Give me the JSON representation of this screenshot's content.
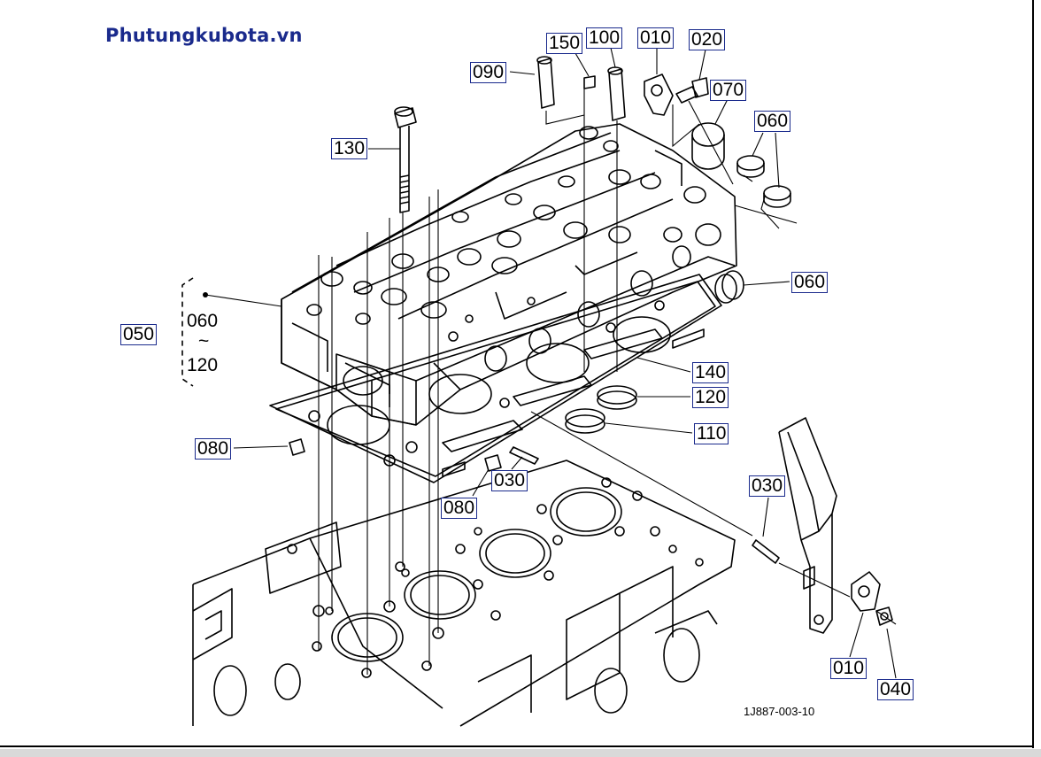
{
  "watermark": "Phutungkubota.vn",
  "labels": {
    "l150": "150",
    "l100": "100",
    "l010_top": "010",
    "l020": "020",
    "l090": "090",
    "l070": "070",
    "l060_top": "060",
    "l130": "130",
    "l060_right": "060",
    "l050": "050",
    "l140": "140",
    "l120": "120",
    "l110": "110",
    "l080_left": "080",
    "l030_mid": "030",
    "l080_bottom": "080",
    "l030_right": "030",
    "l010_bottom": "010",
    "l040": "040"
  },
  "range": {
    "from": "060",
    "sep": "~",
    "to": "120"
  },
  "drawing_code": "1J887-003-10",
  "icons": {
    "leader-dot": "bullet",
    "bracket": "dashed-brace"
  }
}
